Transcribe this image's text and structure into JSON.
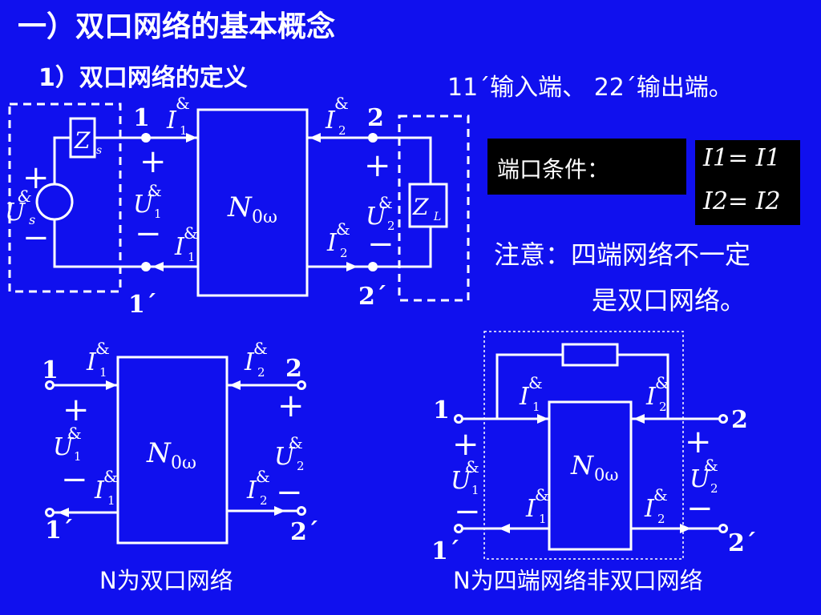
{
  "slide": {
    "title": "一）双口网络的基本概念",
    "subtitle": "1）双口网络的定义",
    "port_note": "11´输入端、 22´输出端。",
    "condition_label": "端口条件：",
    "condition_eq1": "I1= I1",
    "condition_eq2": "I2= I2",
    "note_line1": "注意：四端网络不一定",
    "note_line2": "是双口网络。",
    "caption_left": "N为双口网络",
    "caption_right": "N为四端网络非双口网络"
  },
  "labels": {
    "t1": "1",
    "t1p": "1´",
    "t2": "2",
    "t2p": "2´",
    "plus": "+",
    "minus": "−",
    "current": "I",
    "voltage": "U",
    "dot": "&",
    "sub1": "1",
    "sub2": "2",
    "subs": "s",
    "network": "N",
    "network_sub": "0ω",
    "zs": "Z",
    "zs_sub": "s",
    "zl": "Z",
    "zl_sub": "L"
  },
  "colors": {
    "background": "#1010ee",
    "foreground": "#ffffff",
    "box": "#000000"
  }
}
